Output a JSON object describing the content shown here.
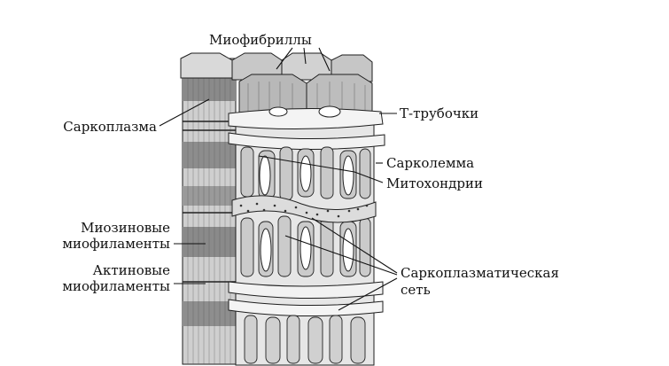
{
  "labels": {
    "myofibrils": "Миофибриллы",
    "sarcoplasm": "Саркоплазма",
    "t_tubules": "Т-трубочки",
    "sarcolemma": "Сарколемма",
    "mitochondria": "Митохондрии",
    "myosin_line1": "Миозиновые",
    "myosin_line2": "миофиламенты",
    "actin_line1": "Актиновые",
    "actin_line2": "миофиламенты",
    "sr_line1": "Саркоплазматическая",
    "sr_line2": "сеть"
  }
}
